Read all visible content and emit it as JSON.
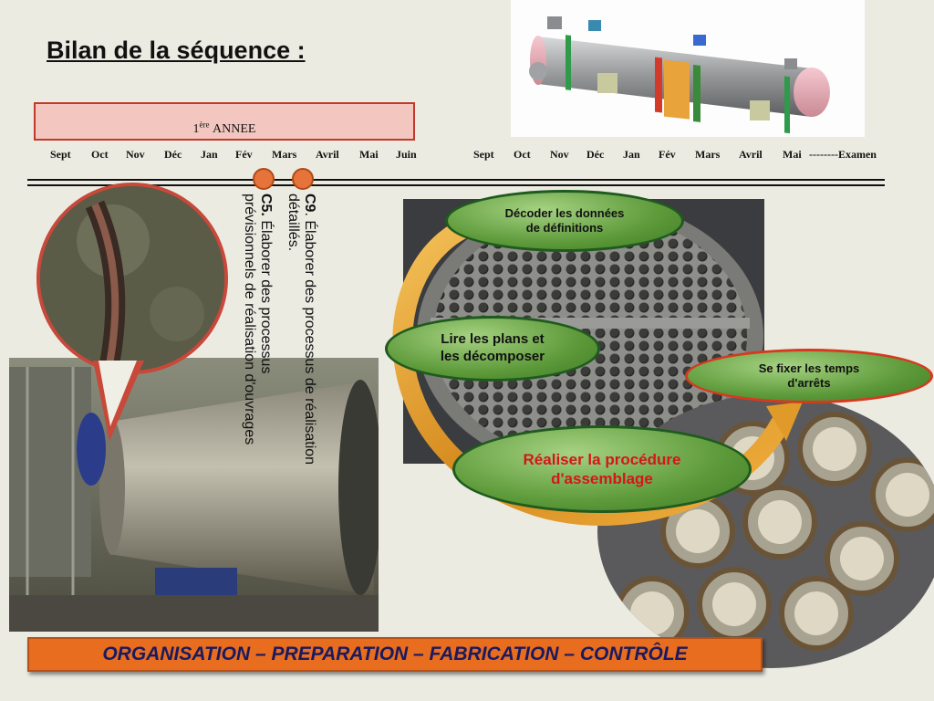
{
  "title": "Bilan de la séquence :",
  "year_box": {
    "num": "1",
    "sup": "ère",
    "label": "ANNEE"
  },
  "months_year1": [
    "Sept",
    "Oct",
    "Nov",
    "Déc",
    "Jan",
    "Fév",
    "Mars",
    "Avril",
    "Mai",
    "Juin"
  ],
  "months_year2": [
    "Sept",
    "Oct",
    "Nov",
    "Déc",
    "Jan",
    "Fév",
    "Mars",
    "Avril",
    "Mai",
    "--------Examen"
  ],
  "milestones": {
    "c5": {
      "code": "C5.",
      "text1": " Élaborer des processus",
      "text2": "prévisionnels de réalisation d'ouvrages"
    },
    "c9": {
      "code": "C9",
      "text1": ". Élaborer des processus de réalisation",
      "text2": "détaillés."
    }
  },
  "steps": {
    "decode": {
      "line1": "Décoder les données",
      "line2": "de définitions"
    },
    "read": {
      "line1": "Lire les plans et",
      "line2": "les décomposer"
    },
    "time": {
      "line1": "Se fixer les temps",
      "line2": "d'arrêts"
    },
    "realise": {
      "line1": "Réaliser la procédure",
      "line2": "d'assemblage"
    }
  },
  "colors": {
    "accent_orange": "#e86d1f",
    "step_red_text": "#d4161a",
    "banner_text": "#1a1a60"
  },
  "banner": "ORGANISATION – PREPARATION – FABRICATION – CONTRÔLE"
}
